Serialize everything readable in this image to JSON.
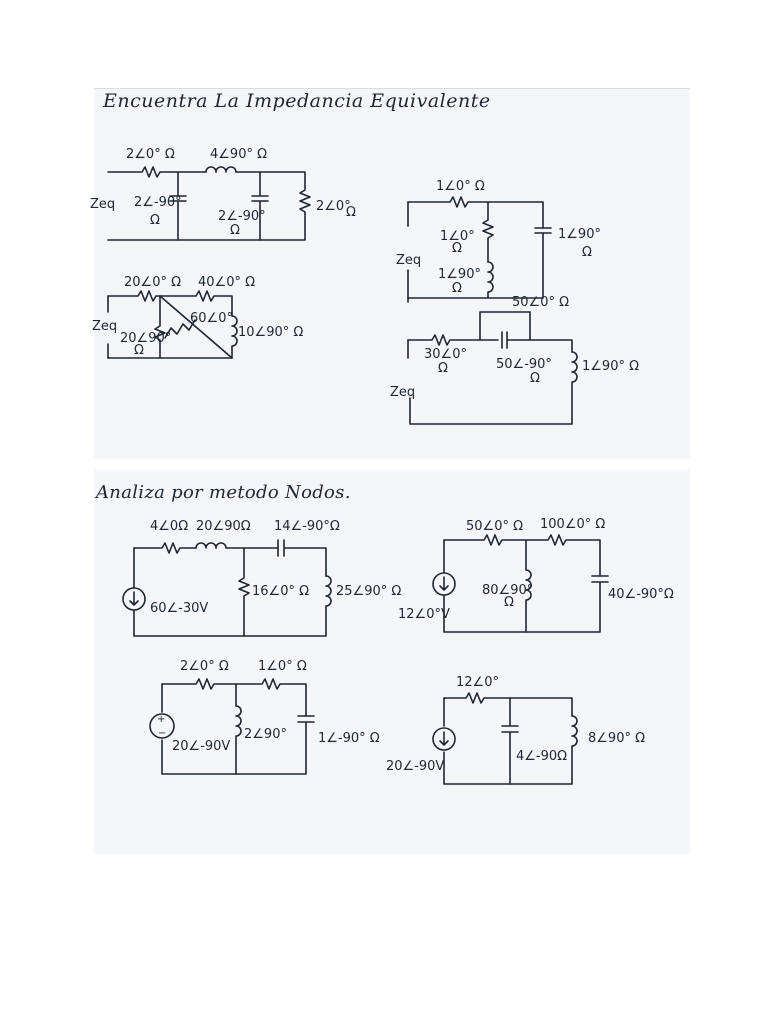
{
  "sections": {
    "equivalent": {
      "heading": "Encuentra La Impedancia Equivalente"
    },
    "nodes": {
      "heading": "Analiza por metodo Nodos."
    }
  },
  "circuits": {
    "c1": {
      "zeq": "Zeq",
      "r1": "2∠0° Ω",
      "l1": "4∠90° Ω",
      "c1": "2∠-90°",
      "c1u": "Ω",
      "c2": "2∠-90°",
      "c2u": "Ω",
      "r2": "2∠0°",
      "r2u": "Ω"
    },
    "c2": {
      "zeq": "Zeq",
      "r1": "1∠0° Ω",
      "r2": "1∠0°",
      "r2u": "Ω",
      "l1": "1∠90°",
      "l1u": "Ω",
      "c1": "1∠90°",
      "c1u": "Ω"
    },
    "c3": {
      "zeq": "Zeq",
      "r1": "20∠0° Ω",
      "r2": "40∠0° Ω",
      "z1": "20∠90°",
      "z1u": "Ω",
      "r3": "60∠0°",
      "l1": "10∠90° Ω"
    },
    "c4": {
      "zeq": "Zeq",
      "r1": "30∠0°",
      "r1u": "Ω",
      "r2": "50∠0° Ω",
      "c1": "50∠-90°",
      "c1u": "Ω",
      "l1": "1∠90° Ω"
    },
    "c5": {
      "r1": "4∠0Ω",
      "l1": "20∠90Ω",
      "c1": "14∠-90°Ω",
      "r2": "16∠0° Ω",
      "l2": "25∠90° Ω",
      "src": "60∠-30V"
    },
    "c6": {
      "r1": "50∠0° Ω",
      "r2": "100∠0° Ω",
      "l1": "80∠90°",
      "l1u": "Ω",
      "c1": "40∠-90°Ω",
      "src": "12∠0°V"
    },
    "c7": {
      "r1": "2∠0° Ω",
      "r2": "1∠0° Ω",
      "l1": "2∠90°",
      "c1": "1∠-90° Ω",
      "src": "20∠-90V"
    },
    "c8": {
      "r1": "12∠0°",
      "c1": "4∠-90Ω",
      "l1": "8∠90° Ω",
      "src": "20∠-90V"
    }
  }
}
